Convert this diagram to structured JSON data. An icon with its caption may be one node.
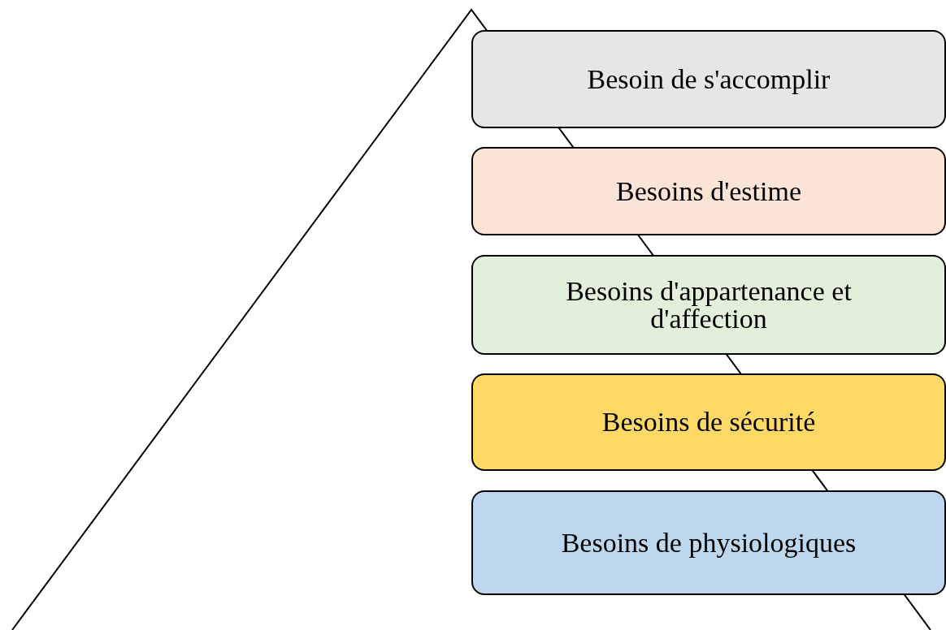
{
  "diagram": {
    "nodes": [
      {
        "text": [
          "Besoin de s'accomplir"
        ]
      },
      {
        "text": [
          "Besoins d'estime"
        ]
      },
      {
        "text": [
          "Besoins d'appartenance et d'affection"
        ]
      },
      {
        "text": [
          "Besoins de sécurité"
        ]
      },
      {
        "text": [
          "Besoins de physiologiques"
        ]
      }
    ]
  }
}
